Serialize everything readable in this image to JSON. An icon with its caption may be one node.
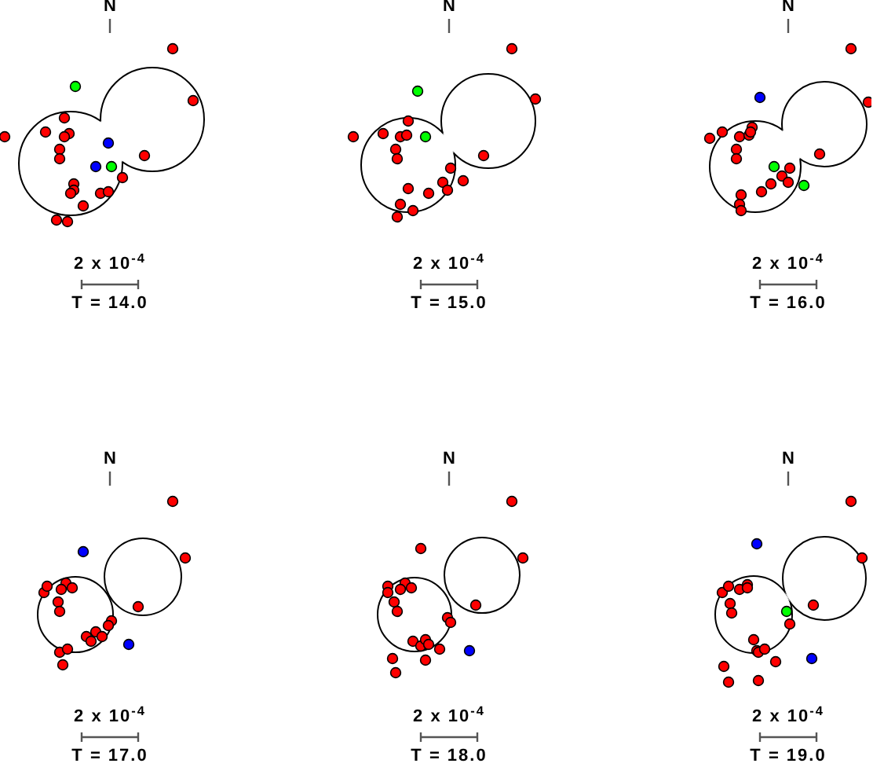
{
  "diagram": {
    "labels": [
      "N",
      "N",
      "N",
      "2 x 10$^{-4}$",
      "2 x 10$^{-4}$",
      "2 x 10$^{-4}$",
      "T = 14.0",
      "T = 15.0",
      "T = 16.0",
      "N",
      "N",
      "N",
      "2 x 10$^{-4}$",
      "2 x 10$^{-4}$",
      "2 x 10$^{-4}$",
      "T = 17.0",
      "T = 18.0",
      "T = 19.0"
    ]
  }
}
